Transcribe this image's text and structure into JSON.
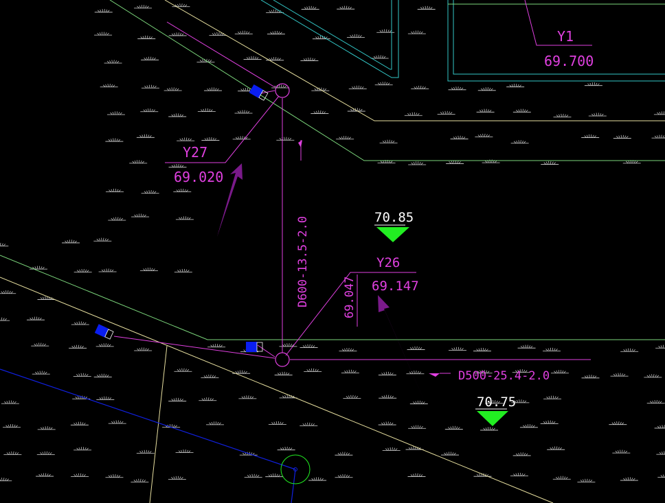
{
  "colors": {
    "background": "#000000",
    "magenta": "#e040e0",
    "white": "#ffffff",
    "cyan": "#33c8c8",
    "yellow_line": "#e8e0a0",
    "green_line": "#7cd77c",
    "blue_line": "#1020e0",
    "blue_block": "#0a1ef0",
    "purple_arrow": "#7a1a8a",
    "green_marker": "#22ee22",
    "hatch": "#d8d8d8"
  },
  "labels": {
    "y1_name": "Y1",
    "y1_elevation": "69.700",
    "y27_name": "Y27",
    "y27_elevation": "69.020",
    "y26_name": "Y26",
    "y26_elevation": "69.147",
    "y26_invert": "69.047",
    "pipe_vertical": "D600-13.5-2.0",
    "pipe_horizontal": "D500-25.4-2.0",
    "spot_elevation_1": "70.85",
    "spot_elevation_2": "70.75"
  },
  "icons": {
    "manhole": "circle-manhole-icon",
    "inlet": "square-inlet-icon",
    "elevation_marker": "triangle-down-elevation-icon",
    "pointer": "purple-arrow-icon",
    "grass": "grass-hatch-icon"
  }
}
